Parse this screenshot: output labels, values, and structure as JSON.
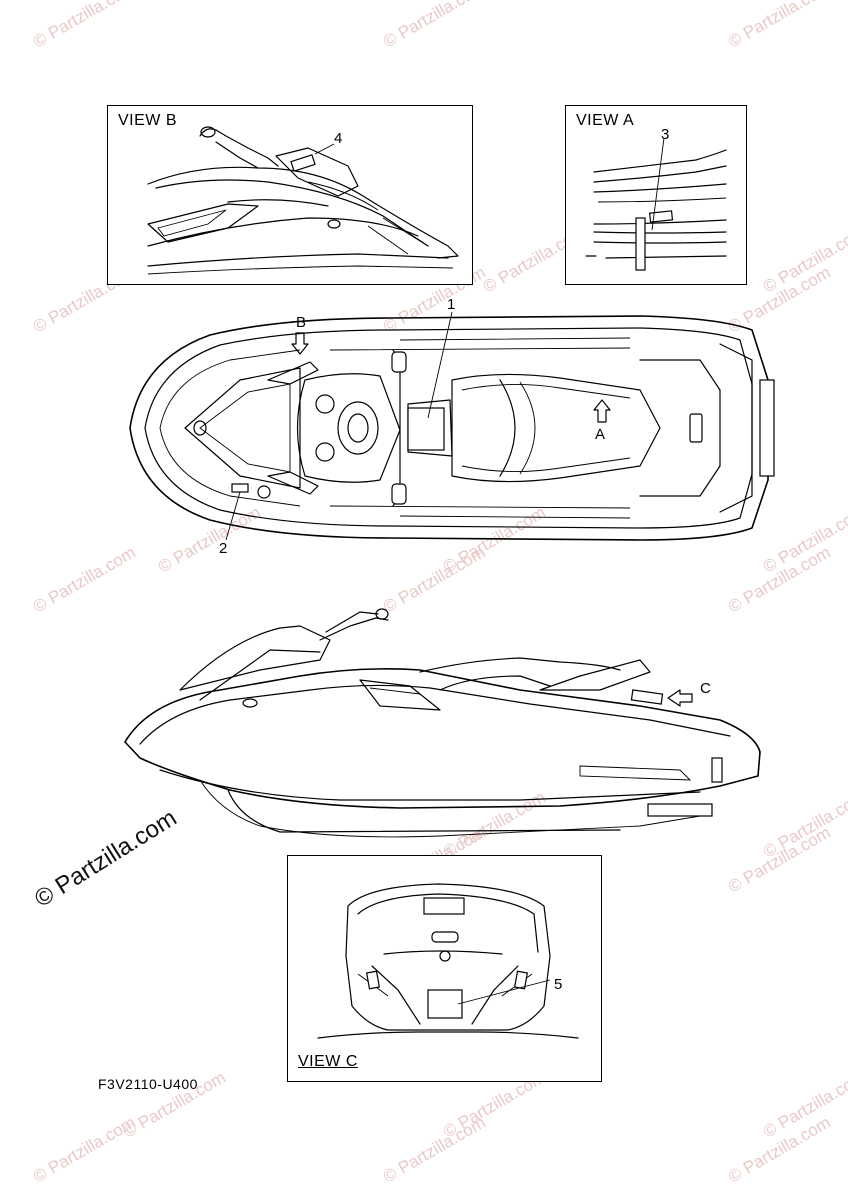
{
  "watermark": {
    "text": "© Partzilla.com",
    "prominent_text": "© Partzilla.com",
    "color": "#e9c9c6"
  },
  "views": {
    "view_b": {
      "title": "VIEW B",
      "callout": "4"
    },
    "view_a": {
      "title": "VIEW A",
      "callout": "3"
    },
    "view_c": {
      "title": "VIEW C",
      "callout": "5"
    }
  },
  "top_view": {
    "callout_1": "1",
    "callout_2": "2",
    "arrow_b": "B",
    "arrow_a": "A"
  },
  "side_view": {
    "arrow_c": "C"
  },
  "figure_code": "F3V2110-U400"
}
